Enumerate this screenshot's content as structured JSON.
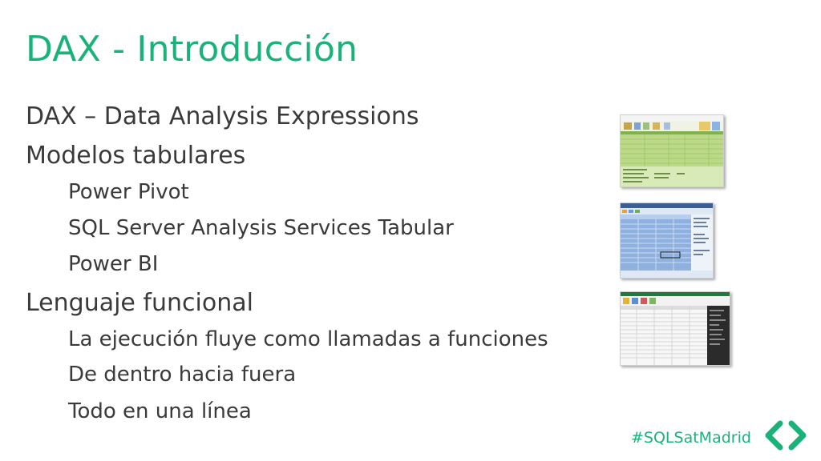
{
  "slide": {
    "title": "DAX - Introducción",
    "bullets": [
      {
        "level": 1,
        "text": "DAX – Data Analysis Expressions"
      },
      {
        "level": 1,
        "text": "Modelos tabulares"
      },
      {
        "level": 2,
        "text": "Power Pivot"
      },
      {
        "level": 2,
        "text": "SQL Server Analysis Services Tabular"
      },
      {
        "level": 2,
        "text": "Power BI"
      },
      {
        "level": 1,
        "text": "Lenguaje funcional"
      },
      {
        "level": 2,
        "text": "La ejecución fluye como llamadas a funciones"
      },
      {
        "level": 2,
        "text": "De dentro hacia fuera"
      },
      {
        "level": 2,
        "text": "Todo en una línea"
      }
    ],
    "hashtag": "#SQLSatMadrid",
    "logo_icon": "chevron-brackets-logo-icon"
  },
  "colors": {
    "accent": "#1bb27a",
    "body_text": "#3a3a3a",
    "background": "#ffffff"
  },
  "thumbnails": [
    {
      "icon": "power-pivot-screenshot-icon"
    },
    {
      "icon": "ssas-tabular-screenshot-icon"
    },
    {
      "icon": "power-bi-screenshot-icon"
    }
  ]
}
